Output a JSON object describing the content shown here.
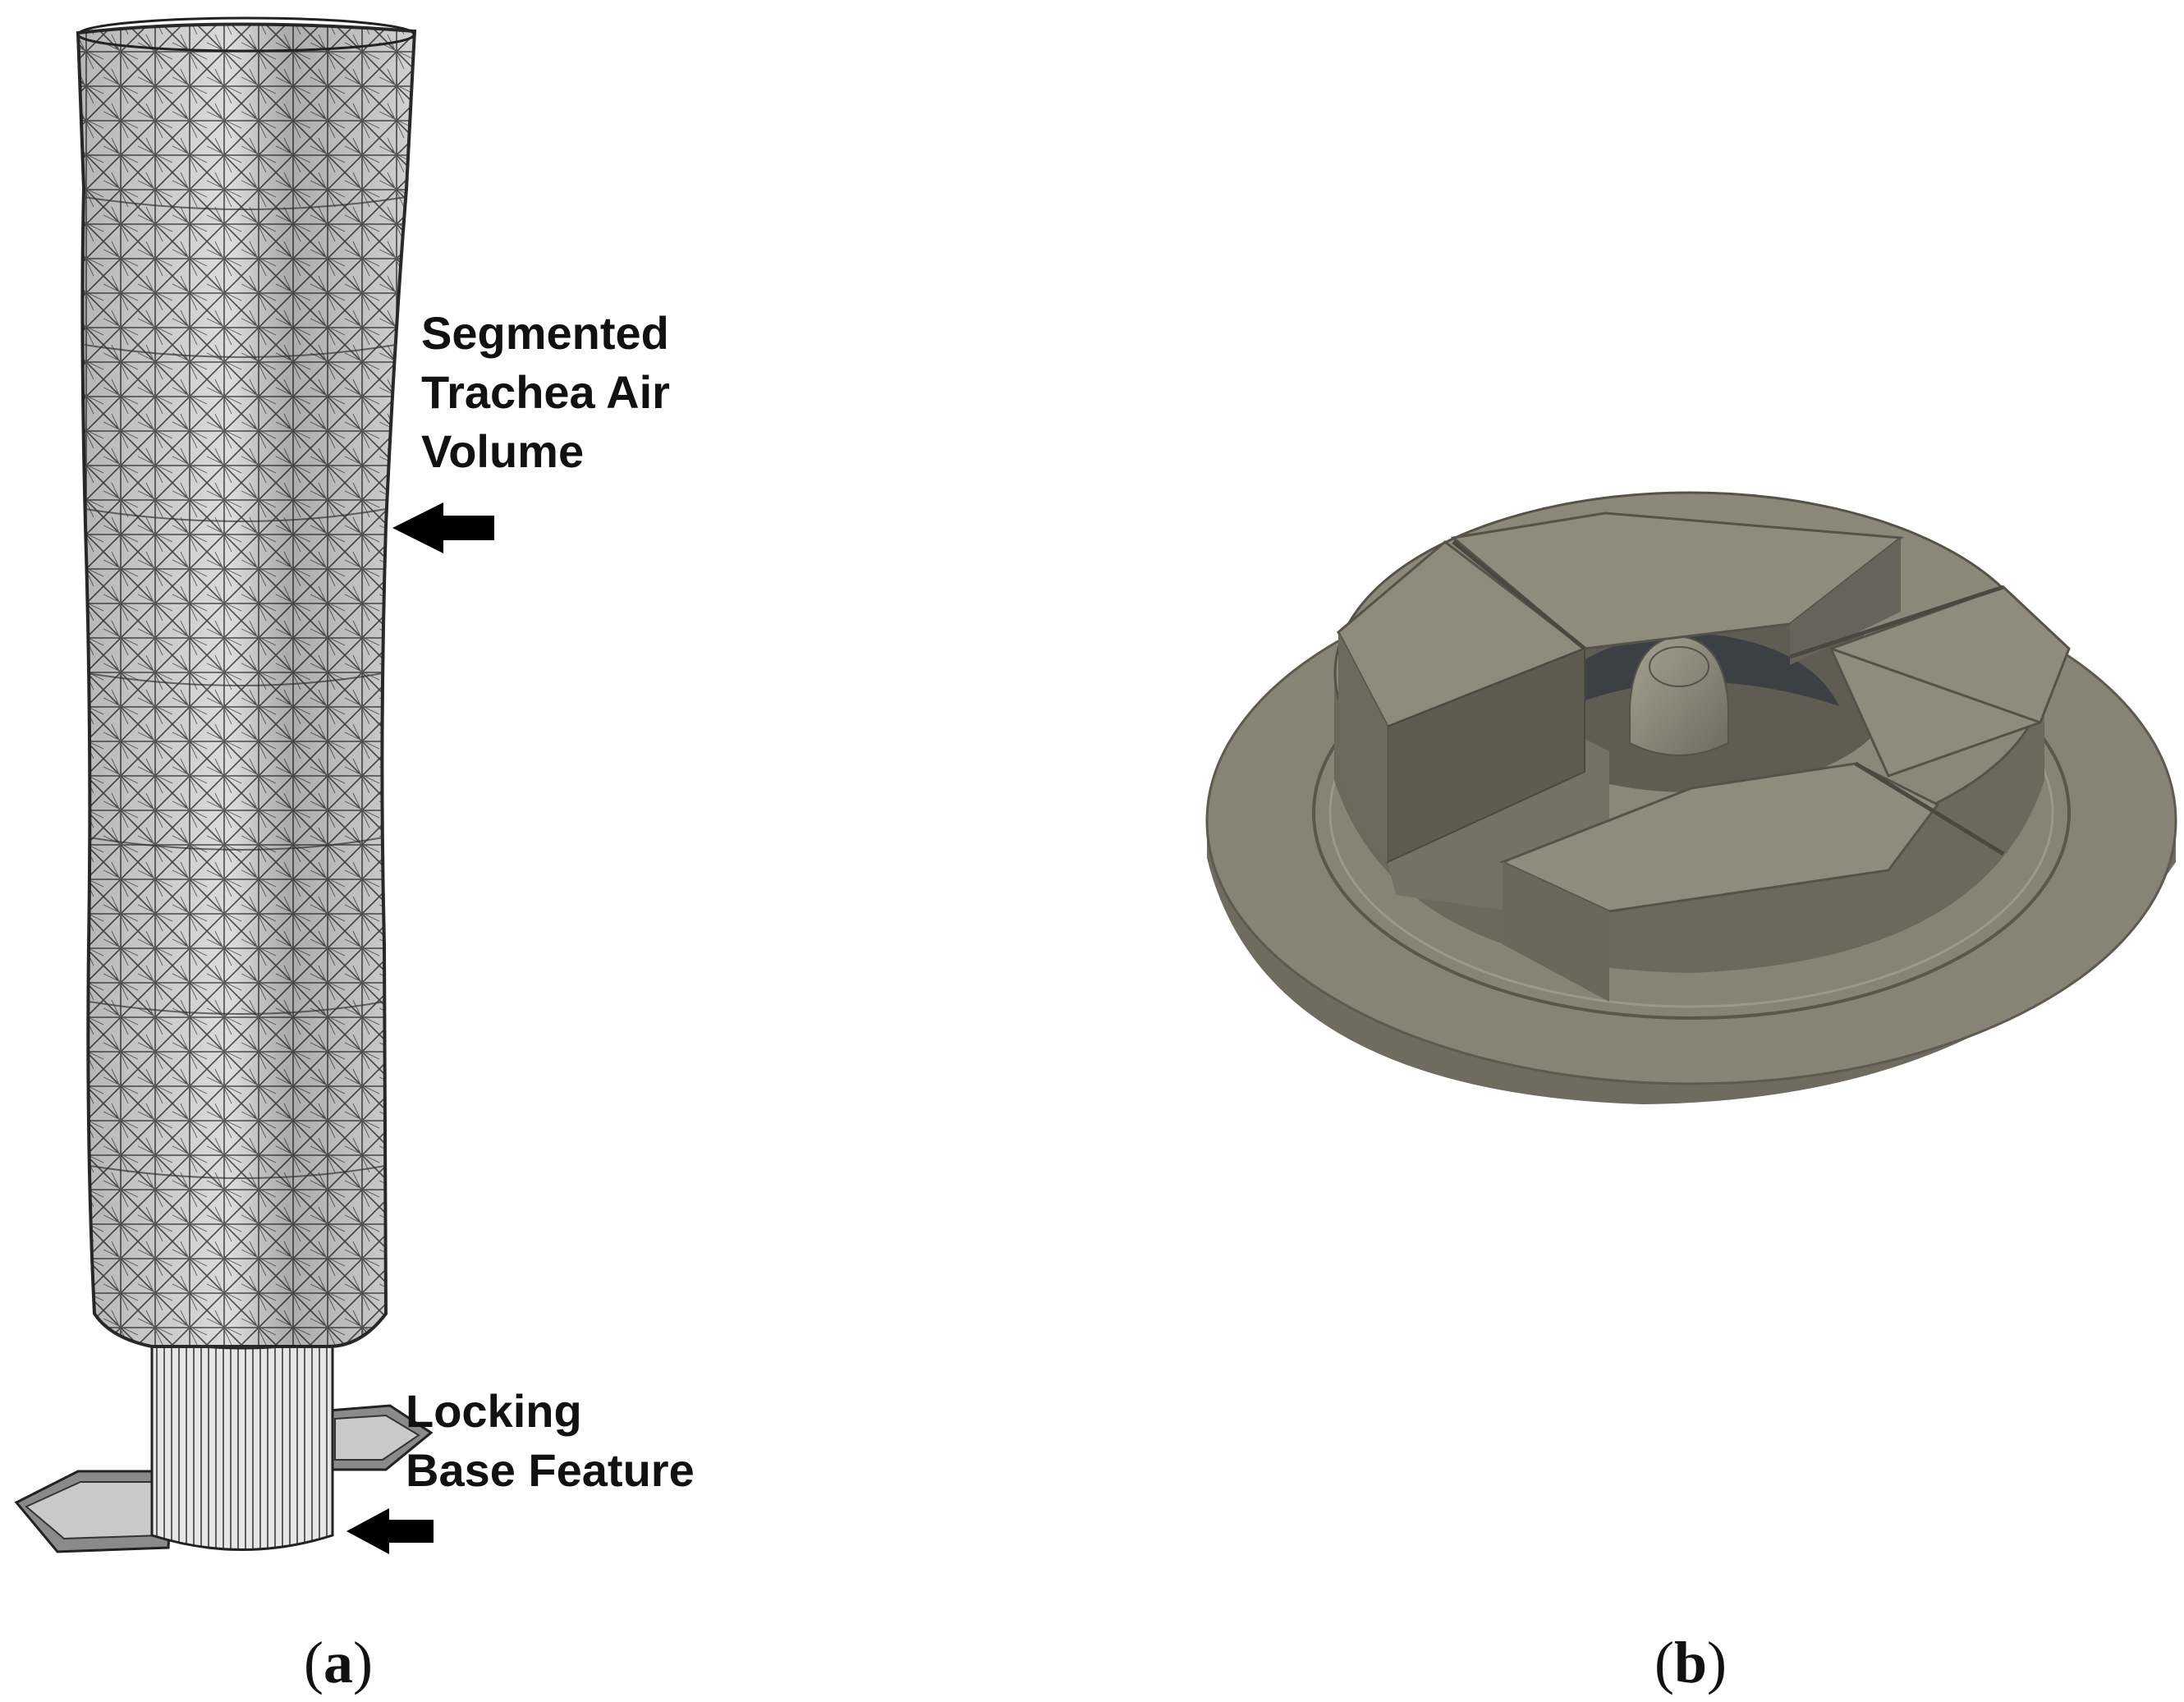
{
  "panel_a": {
    "label": "a",
    "callout_trachea": [
      "Segmented",
      "Trachea Air",
      "Volume"
    ],
    "callout_base": [
      "Locking",
      "Base Feature"
    ]
  },
  "panel_b": {
    "label": "b"
  },
  "colors": {
    "mesh_fill": "#d6d6d6",
    "mesh_line": "#3a3a3a",
    "part_top": "#8a8678",
    "part_side": "#6e6a5e",
    "part_dark": "#3c3f44",
    "arrow": "#000000"
  },
  "icons": {
    "arrow": "left-arrow-icon"
  }
}
